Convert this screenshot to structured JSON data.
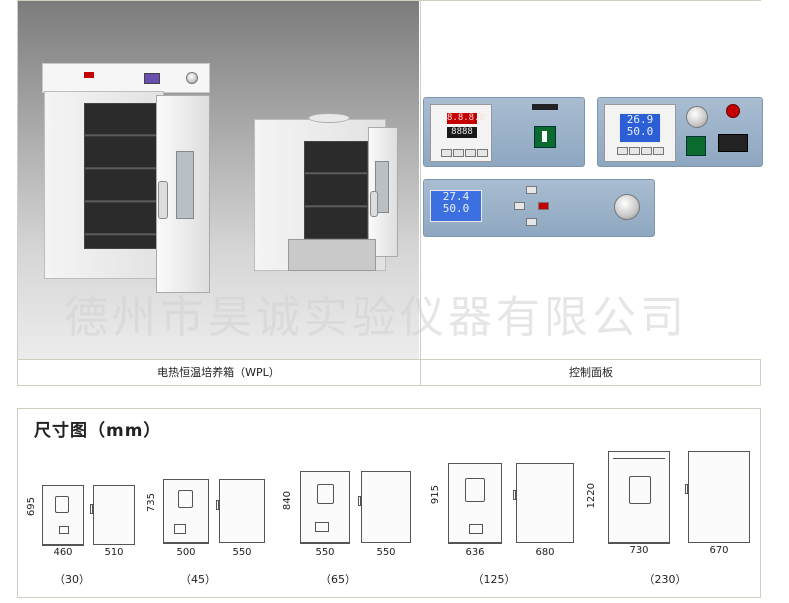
{
  "watermark": "德州市昊诚实验仪器有限公司",
  "captions": {
    "product": "电热恒温培养箱（WPL）",
    "panel": "控制面板"
  },
  "panels": {
    "meter_top": "8.8.8.8",
    "meter_bottom": "8888",
    "lcd1_line1": "26.9",
    "lcd1_line2": "50.0",
    "lcd2_line1": "27.4",
    "lcd2_line2": "50.0"
  },
  "dimensions": {
    "title": "尺寸图（mm）",
    "models": [
      {
        "height": "695",
        "front_width": "460",
        "side_width": "510",
        "volume": "（30）"
      },
      {
        "height": "735",
        "front_width": "500",
        "side_width": "550",
        "volume": "（45）"
      },
      {
        "height": "840",
        "front_width": "550",
        "side_width": "550",
        "volume": "（65）"
      },
      {
        "height": "915",
        "front_width": "636",
        "side_width": "680",
        "volume": "（125）"
      },
      {
        "height": "1220",
        "front_width": "730",
        "side_width": "670",
        "volume": "（230）"
      }
    ]
  }
}
